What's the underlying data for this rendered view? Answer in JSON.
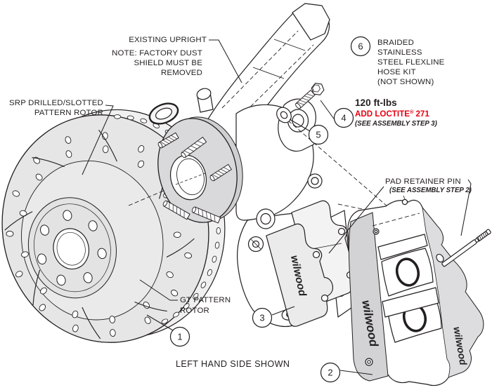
{
  "diagram": {
    "footer": "LEFT HAND SIDE SHOWN",
    "brand_script": "wilwood",
    "labels": {
      "existing_upright": "EXISTING UPRIGHT",
      "note1": "NOTE: FACTORY DUST",
      "note2": "SHIELD MUST BE",
      "note3": "REMOVED",
      "srp1": "SRP DRILLED/SLOTTED",
      "srp2": "PATTERN ROTOR",
      "gt1": "GT PATTERN",
      "gt2": "ROTOR",
      "hose1": "BRAIDED",
      "hose2": "STAINLESS",
      "hose3": "STEEL FLEXLINE",
      "hose4": "HOSE KIT",
      "hose5": "(NOT SHOWN)",
      "torque": "120 ft-lbs",
      "loctite_add": "ADD LOCTITE",
      "loctite_reg": "®",
      "loctite_num": "271",
      "loctite_note": "(SEE ASSEMBLY STEP 3)",
      "pad_pin": "PAD RETAINER PIN",
      "pad_pin_note": "(SEE ASSEMBLY STEP 2)"
    },
    "callouts": [
      {
        "n": "1",
        "part": "gt-pattern-rotor"
      },
      {
        "n": "2",
        "part": "caliper"
      },
      {
        "n": "3",
        "part": "brake-pads"
      },
      {
        "n": "4",
        "part": "mounting-bolt"
      },
      {
        "n": "5",
        "part": "washer"
      },
      {
        "n": "6",
        "part": "hose-kit"
      }
    ],
    "colors": {
      "line": "#231f20",
      "red": "#e60012",
      "rotor_face": "#e6e6e7",
      "hub_face": "#d9d9db",
      "caliper_band": "#d3d3d5",
      "white": "#ffffff"
    }
  }
}
